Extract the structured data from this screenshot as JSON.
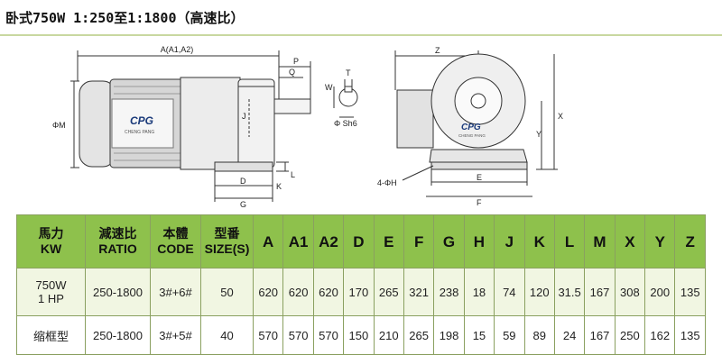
{
  "title": "卧式750W 1:250至1:1800（高速比）",
  "drawing": {
    "brand": "CPG",
    "brand_sub": "CHENG PANG",
    "labels": {
      "a": "A(A1,A2)",
      "p": "P",
      "q": "Q",
      "j": "J",
      "phi_m": "ΦM",
      "l": "L",
      "d": "D",
      "k": "K",
      "g": "G",
      "t": "T",
      "w": "W",
      "phi_s": "Φ Sh6",
      "z": "Z",
      "x": "X",
      "y": "Y",
      "four_h": "4-ΦH",
      "e": "E",
      "f": "F"
    }
  },
  "table": {
    "headers": [
      {
        "line1": "馬力",
        "line2": "KW"
      },
      {
        "line1": "減速比",
        "line2": "RATIO"
      },
      {
        "line1": "本體",
        "line2": "CODE"
      },
      {
        "line1": "型番",
        "line2": "SIZE(S)"
      },
      {
        "line1": "A"
      },
      {
        "line1": "A1"
      },
      {
        "line1": "A2"
      },
      {
        "line1": "D"
      },
      {
        "line1": "E"
      },
      {
        "line1": "F"
      },
      {
        "line1": "G"
      },
      {
        "line1": "H"
      },
      {
        "line1": "J"
      },
      {
        "line1": "K"
      },
      {
        "line1": "L"
      },
      {
        "line1": "M"
      },
      {
        "line1": "X"
      },
      {
        "line1": "Y"
      },
      {
        "line1": "Z"
      }
    ],
    "rows": [
      {
        "kw_line1": "750W",
        "kw_line2": "1 HP",
        "ratio": "250-1800",
        "code": "3#+6#",
        "size": "50",
        "values": [
          "620",
          "620",
          "620",
          "170",
          "265",
          "321",
          "238",
          "18",
          "74",
          "120",
          "31.5",
          "167",
          "308",
          "200",
          "135"
        ]
      },
      {
        "kw_line1": "缩框型",
        "kw_line2": "",
        "ratio": "250-1800",
        "code": "3#+5#",
        "size": "40",
        "values": [
          "570",
          "570",
          "570",
          "150",
          "210",
          "265",
          "198",
          "15",
          "59",
          "89",
          "24",
          "167",
          "250",
          "162",
          "135"
        ]
      }
    ]
  },
  "colors": {
    "header_bg": "#8ec14c",
    "row1_bg": "#f1f6e2",
    "border": "#8aa060"
  }
}
